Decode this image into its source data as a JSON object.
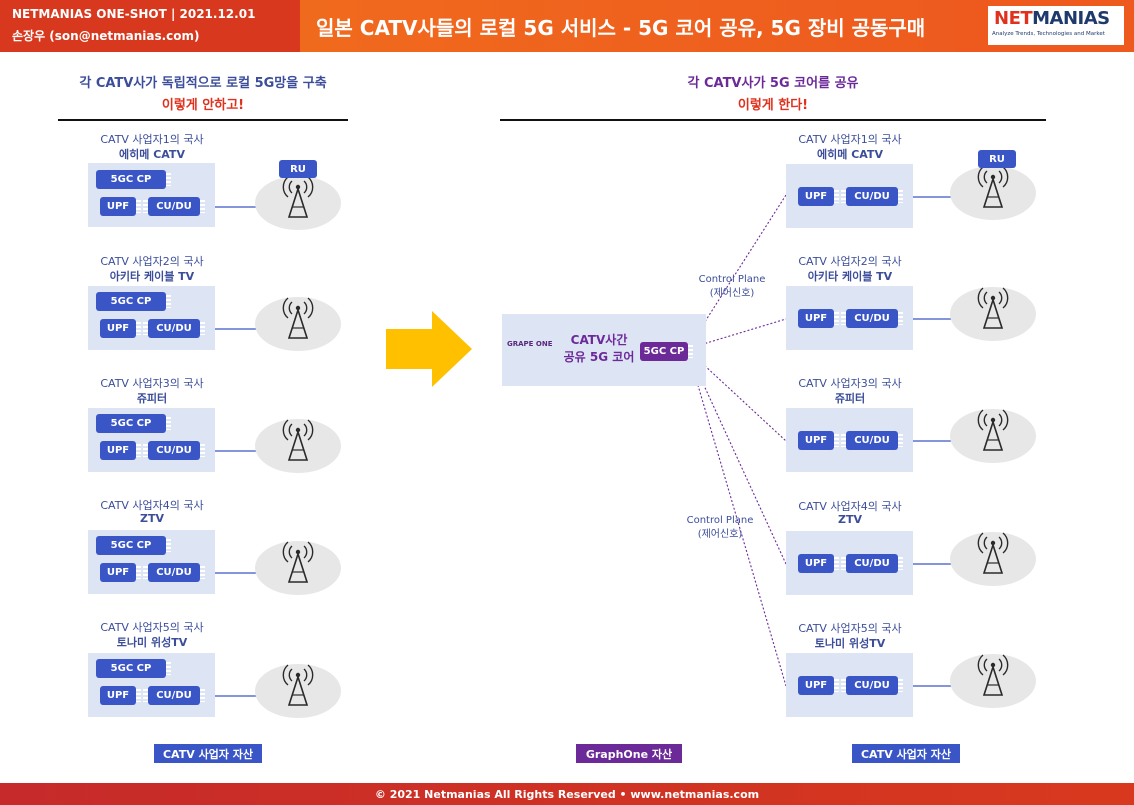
{
  "header": {
    "brand_line": "NETMANIAS ONE-SHOT  |  2021.12.01",
    "author_line": "손장우 (son@netmanias.com)",
    "title": "일본 CATV사들의 로컬 5G 서비스 - 5G 코어 공유, 5G 장비 공동구매",
    "logo_part1": "NET",
    "logo_part2": "MANIAS",
    "logo_tagline": "Analyze Trends, Technologies and Market"
  },
  "left": {
    "title": "각 CATV사가 독립적으로 로컬 5G망을 구축",
    "subtitle": "이렇게 안하고!",
    "footer_tag": "CATV 사업자 자산"
  },
  "right": {
    "title": "각 CATV사가 5G 코어를 공유",
    "subtitle": "이렇게 한다!",
    "footer_tag": "CATV 사업자 자산"
  },
  "center": {
    "core_label_line1": "CATV사간",
    "core_label_line2": "공유 5G 코어",
    "core_chip": "5GC CP",
    "logo_text": "GRAPE ONE",
    "footer_tag": "GraphOne 자산",
    "control_plane_1": "Control Plane",
    "control_plane_1_sub": "(제어신호)",
    "control_plane_2": "Control Plane",
    "control_plane_2_sub": "(제어신호)"
  },
  "sites": [
    {
      "label": "CATV 사업자1의 국사",
      "name": "에히메 CATV"
    },
    {
      "label": "CATV 사업자2의 국사",
      "name": "아키타 케이블 TV"
    },
    {
      "label": "CATV 사업자3의 국사",
      "name": "쥬피터"
    },
    {
      "label": "CATV 사업자4의 국사",
      "name": "ZTV"
    },
    {
      "label": "CATV 사업자5의 국사",
      "name": "토나미 위성TV"
    }
  ],
  "chips": {
    "cp": "5GC CP",
    "upf": "UPF",
    "cudu": "CU/DU",
    "ru": "RU"
  },
  "footer": "© 2021 Netmanias All Rights Reserved • www.netmanias.com",
  "colors": {
    "chip_blue": "#3a56c6",
    "core_purple": "#6c2a99",
    "header_orange": "#ee5a1e",
    "panel": "#dde4f4",
    "arrow": "#ffc000"
  }
}
